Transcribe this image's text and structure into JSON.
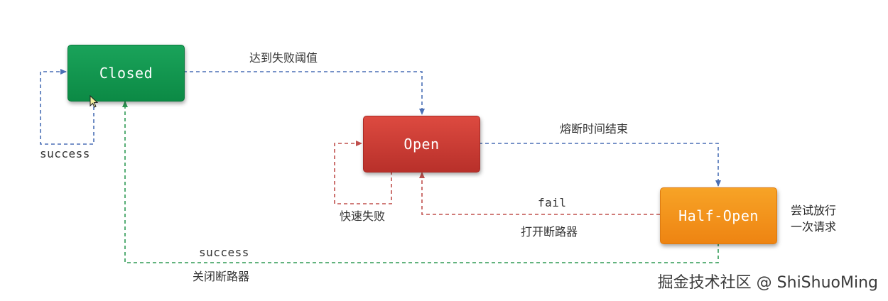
{
  "nodes": {
    "closed": "Closed",
    "open": "Open",
    "half_open": "Half-Open"
  },
  "edges": {
    "closed_to_open": "达到失败阈值",
    "closed_success": "success",
    "open_timeout": "熔断时间结束",
    "open_fail_fast": "快速失败",
    "half_fail": "fail",
    "half_fail_action": "打开断路器",
    "half_success": "success",
    "half_success_action": "关闭断路器"
  },
  "notes": {
    "half_open_line1": "尝试放行",
    "half_open_line2": "一次请求"
  },
  "watermark": "掘金技术社区 @ ShiShuoMing",
  "colors": {
    "closed": "#0f9a4f",
    "open": "#cf3d35",
    "half_open": "#f39419",
    "blue_dash": "#4a6fb5",
    "red_dash": "#c0504d",
    "green_dash": "#2e9a54"
  }
}
